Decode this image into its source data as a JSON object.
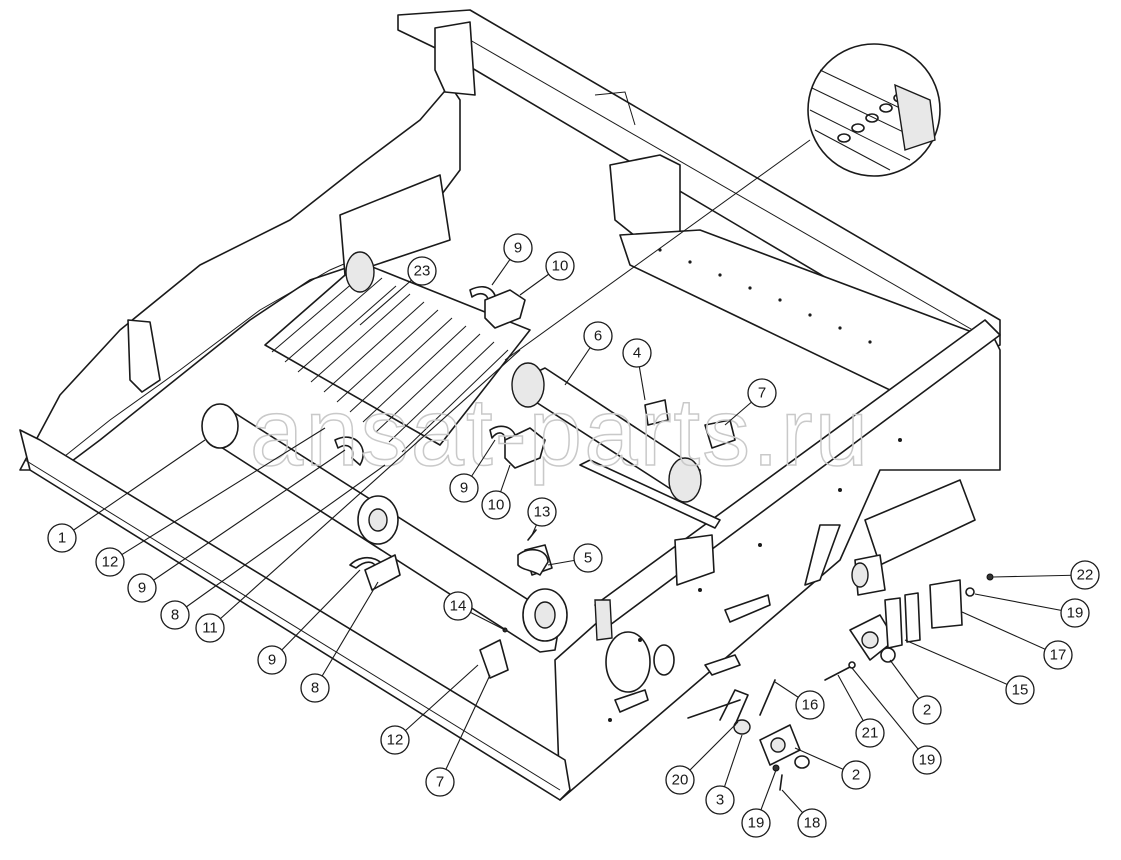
{
  "watermark": "ansat-parts.ru",
  "callouts": [
    {
      "id": "c1",
      "label": "1"
    },
    {
      "id": "c12a",
      "label": "12"
    },
    {
      "id": "c9a",
      "label": "9"
    },
    {
      "id": "c8a",
      "label": "8"
    },
    {
      "id": "c11",
      "label": "11"
    },
    {
      "id": "c9b",
      "label": "9"
    },
    {
      "id": "c8b",
      "label": "8"
    },
    {
      "id": "c12b",
      "label": "12"
    },
    {
      "id": "c7a",
      "label": "7"
    },
    {
      "id": "c14",
      "label": "14"
    },
    {
      "id": "c13",
      "label": "13"
    },
    {
      "id": "c5",
      "label": "5"
    },
    {
      "id": "c9c",
      "label": "9"
    },
    {
      "id": "c10a",
      "label": "10"
    },
    {
      "id": "c9d",
      "label": "9"
    },
    {
      "id": "c10b",
      "label": "10"
    },
    {
      "id": "c23",
      "label": "23"
    },
    {
      "id": "c6",
      "label": "6"
    },
    {
      "id": "c4",
      "label": "4"
    },
    {
      "id": "c7b",
      "label": "7"
    },
    {
      "id": "c20",
      "label": "20"
    },
    {
      "id": "c3",
      "label": "3"
    },
    {
      "id": "c19a",
      "label": "19"
    },
    {
      "id": "c18",
      "label": "18"
    },
    {
      "id": "c16",
      "label": "16"
    },
    {
      "id": "c2a",
      "label": "2"
    },
    {
      "id": "c21",
      "label": "21"
    },
    {
      "id": "c19b",
      "label": "19"
    },
    {
      "id": "c2b",
      "label": "2"
    },
    {
      "id": "c15",
      "label": "15"
    },
    {
      "id": "c17",
      "label": "17"
    },
    {
      "id": "c19c",
      "label": "19"
    },
    {
      "id": "c22",
      "label": "22"
    }
  ]
}
